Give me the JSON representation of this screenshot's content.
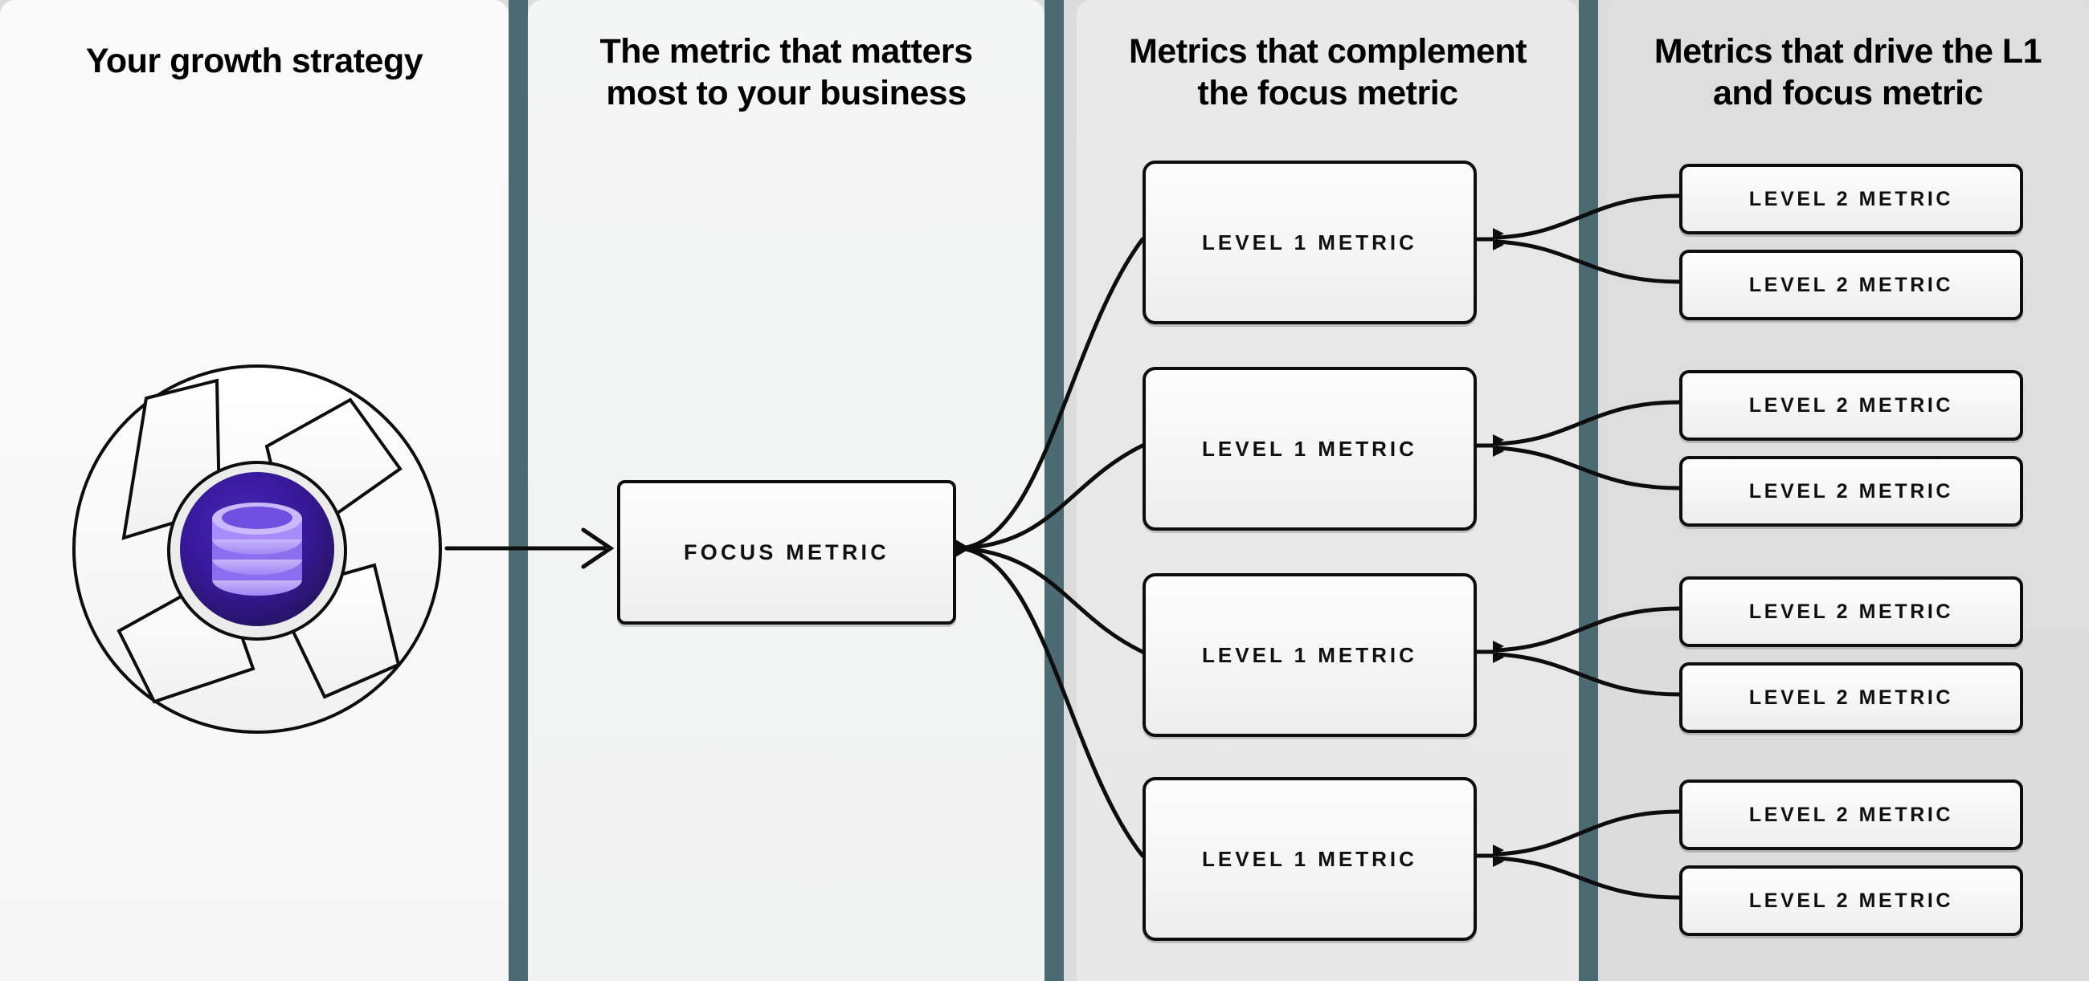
{
  "columns": [
    {
      "id": "growth-strategy",
      "title": "Your growth strategy"
    },
    {
      "id": "focus-metric",
      "title": "The metric that matters\nmost to your business"
    },
    {
      "id": "complement-metrics",
      "title": "Metrics that complement\nthe focus metric"
    },
    {
      "id": "driver-metrics",
      "title": "Metrics that drive the L1\nand focus metric"
    }
  ],
  "emblem": {
    "name": "growth-strategy-pinwheel",
    "icon": "database-icon",
    "ring_color": "#f6f6f6",
    "ring_stroke": "#0d0d0d",
    "core_color_outer": "#2e1b6b",
    "core_color_inner": "#3a1f8f",
    "icon_color": "#a78bfa",
    "icon_color_light": "#ddd4ff"
  },
  "focus_node": {
    "label": "FOCUS METRIC"
  },
  "level1_nodes": [
    {
      "label": "LEVEL 1 METRIC"
    },
    {
      "label": "LEVEL 1 METRIC"
    },
    {
      "label": "LEVEL 1 METRIC"
    },
    {
      "label": "LEVEL 1 METRIC"
    }
  ],
  "level2_nodes": [
    {
      "label": "LEVEL 2 METRIC"
    },
    {
      "label": "LEVEL 2 METRIC"
    },
    {
      "label": "LEVEL 2 METRIC"
    },
    {
      "label": "LEVEL 2 METRIC"
    },
    {
      "label": "LEVEL 2 METRIC"
    },
    {
      "label": "LEVEL 2 METRIC"
    },
    {
      "label": "LEVEL 2 METRIC"
    },
    {
      "label": "LEVEL 2 METRIC"
    }
  ],
  "colors": {
    "divider": "#4c6a72",
    "panel1_bg": "#fafafa",
    "panel2_bg": "#f2f3f3",
    "panel3_bg": "#e8e8e8",
    "panel4_bg": "#dddddd",
    "node_border": "#0d0d0d",
    "connector": "#0d0d0d"
  }
}
